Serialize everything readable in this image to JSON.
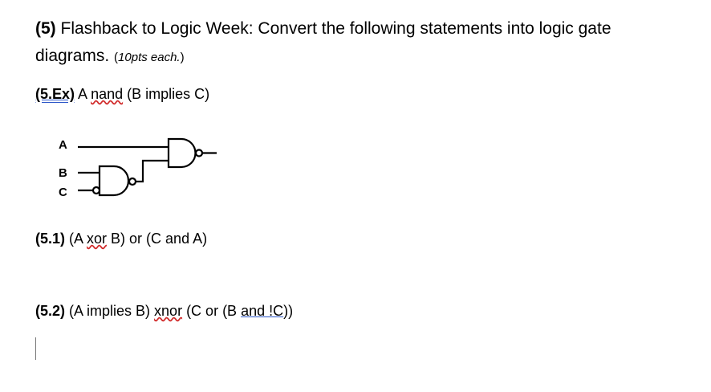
{
  "question": {
    "number": "(5)",
    "title_line1": "Flashback to Logic Week: Convert the following statements into logic gate",
    "title_line2": "diagrams.",
    "points_open": "(",
    "points": "10pts each.",
    "points_close": ")"
  },
  "example": {
    "label": "(5.Ex)",
    "text_pre": " A ",
    "nand": "nand",
    "text_post": " (B implies C)"
  },
  "diagram": {
    "input_a": "A",
    "input_b": "B",
    "input_c": "C"
  },
  "part1": {
    "label": "(5.1)",
    "text_pre": " (A ",
    "xor": "xor",
    "text_post": " B) or (C and A)"
  },
  "part2": {
    "label": "(5.2)",
    "text_pre": " (A implies B) ",
    "xnor": "xnor",
    "text_mid": " (C or (B ",
    "and_not": "and !C",
    "text_post": "))"
  }
}
